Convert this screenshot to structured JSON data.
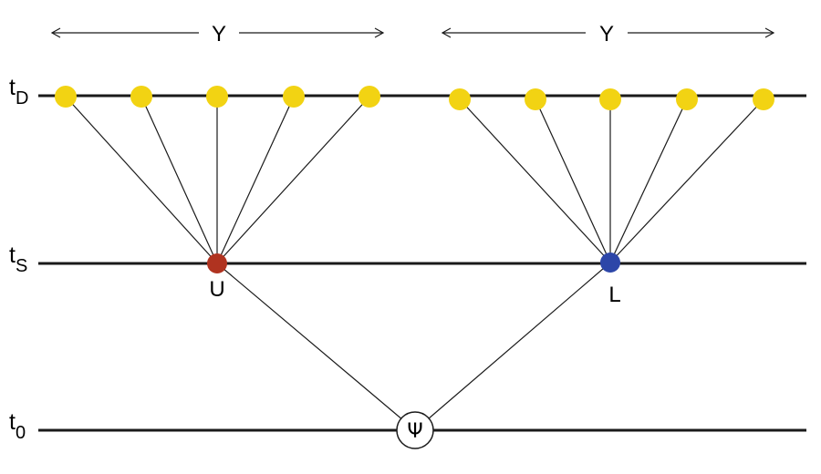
{
  "diagram": {
    "time_labels": {
      "tD": {
        "main": "t",
        "sub": "D"
      },
      "tS": {
        "main": "t",
        "sub": "S"
      },
      "t0": {
        "main": "t",
        "sub": "0"
      }
    },
    "groups": [
      {
        "span_label": "Y",
        "parent_label": "U",
        "parent_color": "#b03320",
        "children": 5
      },
      {
        "span_label": "Y",
        "parent_label": "L",
        "parent_color": "#2d46a8",
        "children": 5
      }
    ],
    "root": {
      "label": "Ψ"
    },
    "leaf_color": "#f2d313"
  }
}
